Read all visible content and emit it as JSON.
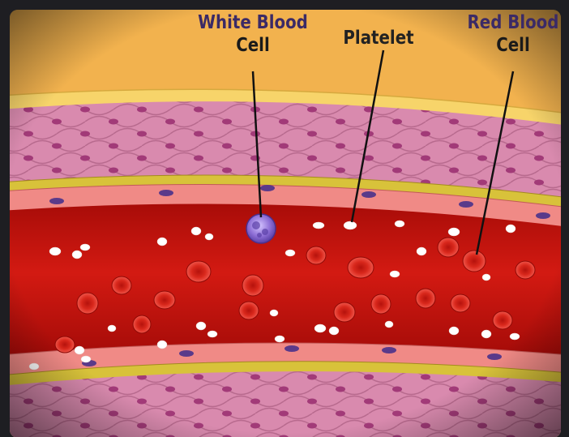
{
  "labels": {
    "white_blood_cell": {
      "line1": "White Blood",
      "line2": "Cell"
    },
    "platelet": "Platelet",
    "red_blood_cell": {
      "line1": "Red Blood",
      "line2": "Cell"
    }
  },
  "colors": {
    "background_frame": "#1e1e22",
    "outer_tissue": "#f2b24e",
    "muscle_layer": "#d98aae",
    "collagen_band": "#d8c23a",
    "vessel_lumen": "#c0150f",
    "endothelium": "#f08a86",
    "red_blood_cell": "#d81e16",
    "white_blood_cell": "#9b78d8",
    "platelet": "#ffffff"
  }
}
